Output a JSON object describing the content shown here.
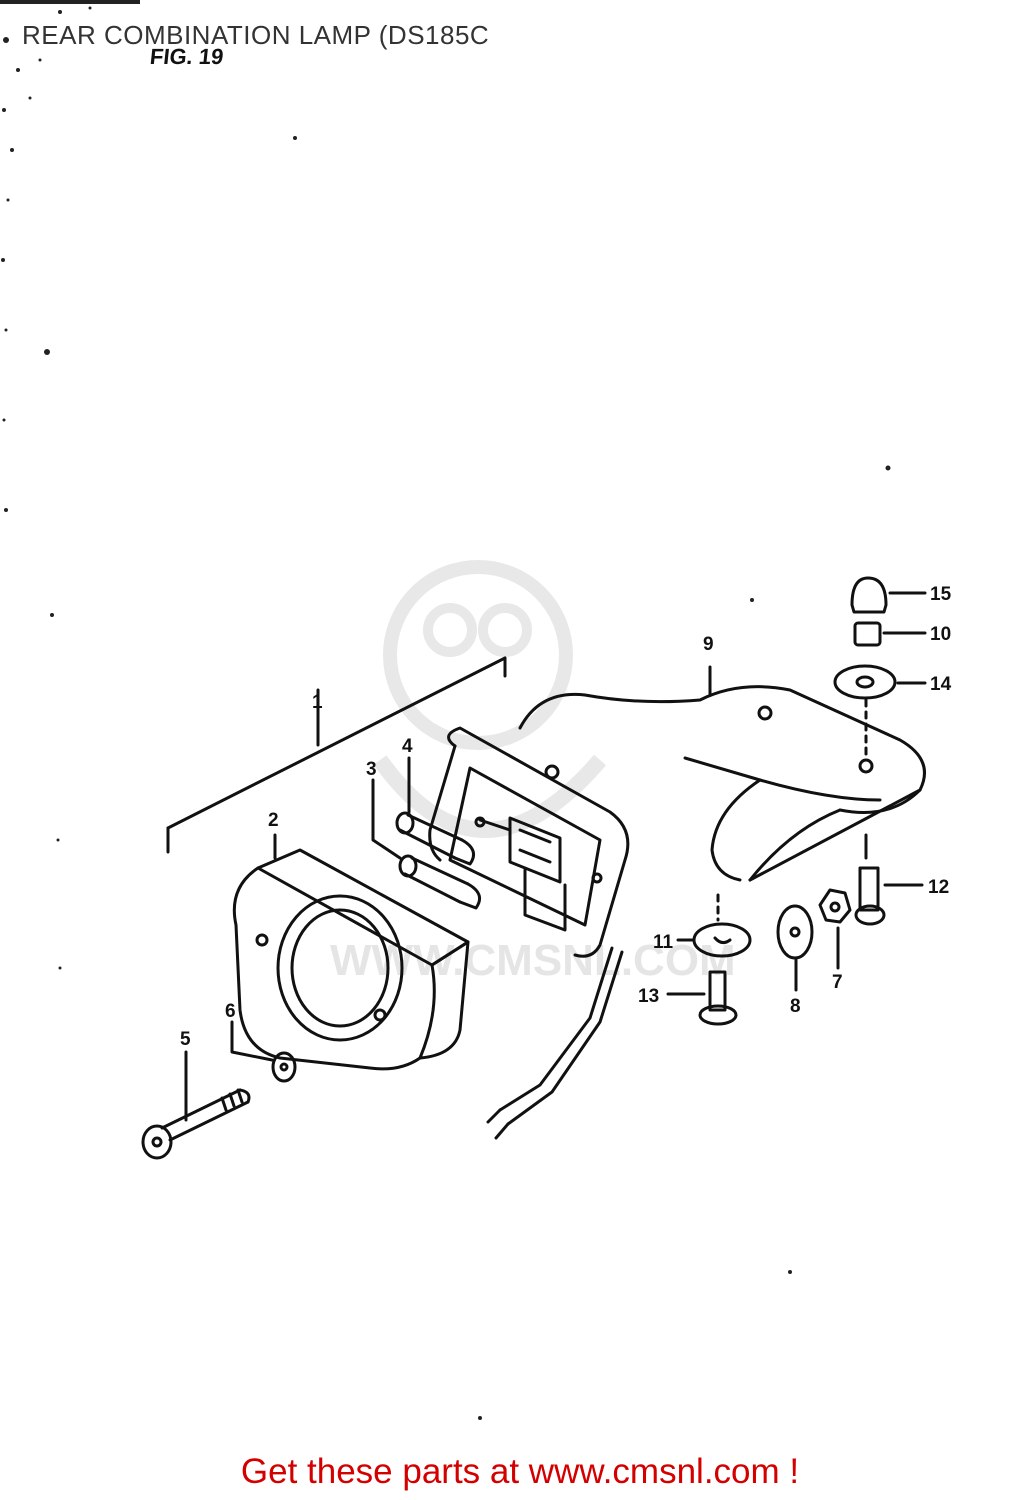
{
  "header": {
    "title": "REAR COMBINATION LAMP (DS185C",
    "fig_label": "FIG. 19"
  },
  "watermark": {
    "text": "WWW.CMSNL.COM"
  },
  "callouts": [
    "1",
    "2",
    "3",
    "4",
    "5",
    "6",
    "7",
    "8",
    "9",
    "10",
    "11",
    "12",
    "13",
    "14",
    "15"
  ],
  "footer": {
    "link_text": "Get these parts at www.cmsnl.com !",
    "color": "#d40000"
  }
}
